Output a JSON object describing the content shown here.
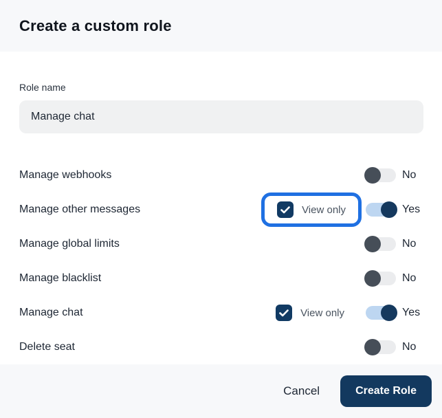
{
  "modal": {
    "title": "Create a custom role"
  },
  "role_name": {
    "label": "Role name",
    "value": "Manage chat"
  },
  "permissions": [
    {
      "label": "Manage webhooks",
      "state": "No"
    },
    {
      "label": "Manage other messages",
      "view_only_label": "View only",
      "state": "Yes",
      "highlighted": true
    },
    {
      "label": "Manage global limits",
      "state": "No"
    },
    {
      "label": "Manage blacklist",
      "state": "No"
    },
    {
      "label": "Manage chat",
      "view_only_label": "View only",
      "state": "Yes"
    },
    {
      "label": "Delete seat",
      "state": "No"
    }
  ],
  "footer": {
    "cancel_label": "Cancel",
    "create_label": "Create Role"
  },
  "colors": {
    "highlight_ring": "#1f70e2",
    "checkbox_navy": "#113a63",
    "toggle_on_track": "#bdd6f1",
    "toggle_on_knob": "#15395e",
    "toggle_off_track": "#ebecee",
    "toggle_off_knob": "#464e58",
    "primary_button": "#13395f",
    "header_footer_bg": "#f7f8fa"
  }
}
